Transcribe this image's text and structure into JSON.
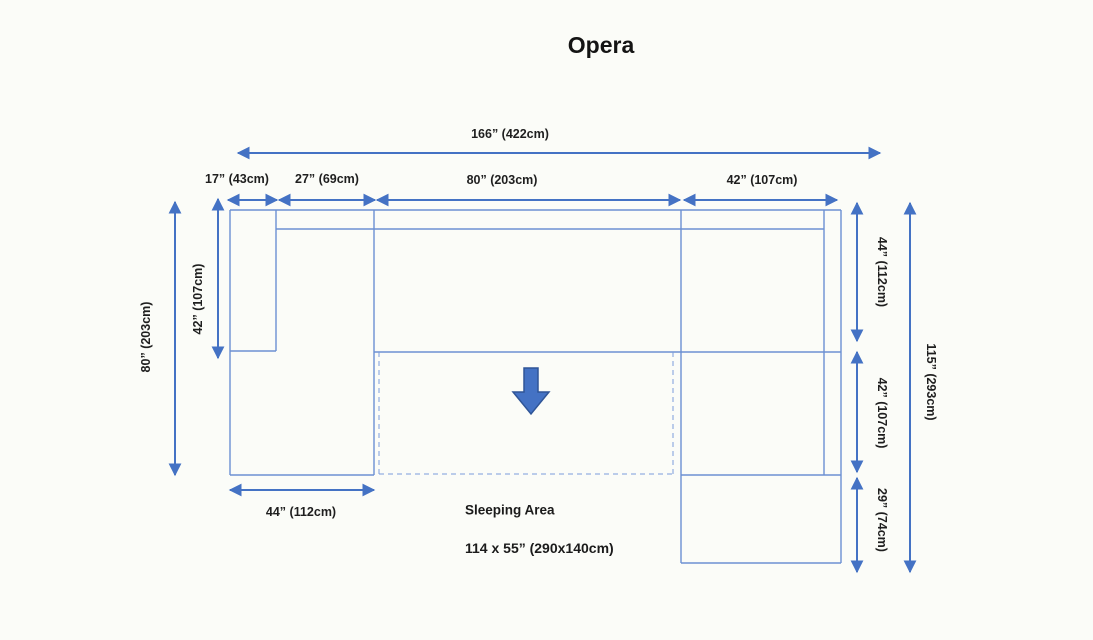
{
  "title": "Opera",
  "colors": {
    "dimension_arrow_blue": "#4472C4",
    "furniture_outline_blue": "#6C90D2",
    "block_arrow_fill": "#4472C4",
    "block_arrow_border": "#2F5597",
    "text_color": "#1F1F1F",
    "background": "#FBFCF8"
  },
  "dimensions": {
    "overall_width": "166” (422cm)",
    "back_left_width": "17” (43cm)",
    "left_seat_width": "27” (69cm)",
    "middle_width": "80” (203cm)",
    "right_section_width": "42” (107cm)",
    "overall_depth_left": "80” (203cm)",
    "left_inner_depth": "42” (107cm)",
    "chaise_width": "44” (112cm)",
    "right_back_depth": "44” (112cm)",
    "right_seat_depth": "42” (107cm)",
    "right_front_depth": "29” (74cm)",
    "overall_depth_right": "115” (293cm)"
  },
  "sleeping_area": {
    "label": "Sleeping Area",
    "size": "114 x 55” (290x140cm)"
  }
}
